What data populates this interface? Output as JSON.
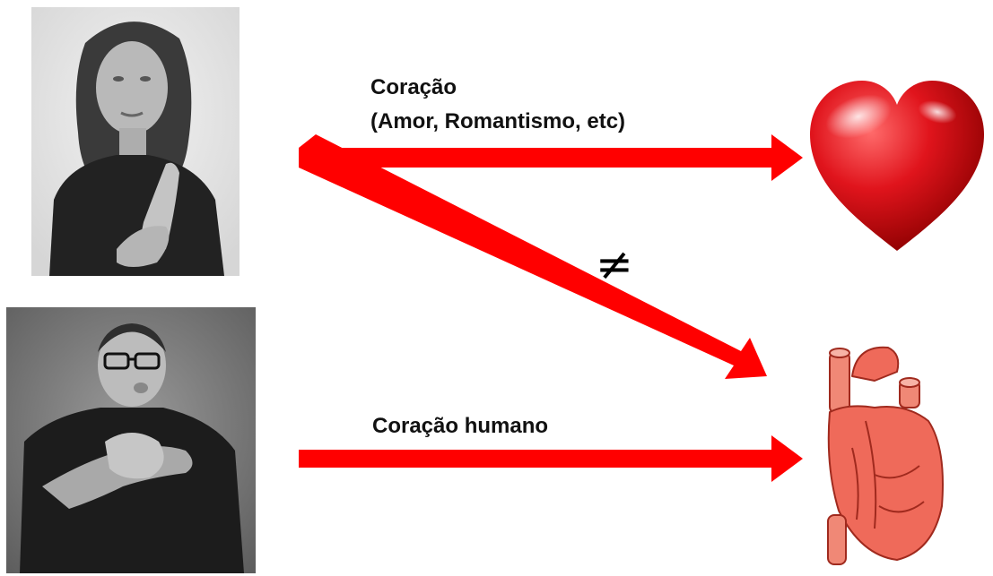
{
  "labels": {
    "top_line1": "Coração",
    "top_line2": "(Amor, Romantismo, etc)",
    "bottom": "Coração humano",
    "not_equal": "≠"
  },
  "images": {
    "woman": "woman-signing-photo",
    "man": "man-signing-photo",
    "heart_symbol": "red-heart-icon",
    "heart_anatomy": "anatomical-heart-icon"
  },
  "colors": {
    "arrow": "#ff0000",
    "heart": "#e0141c",
    "anatomy": "#ef6a5a"
  }
}
